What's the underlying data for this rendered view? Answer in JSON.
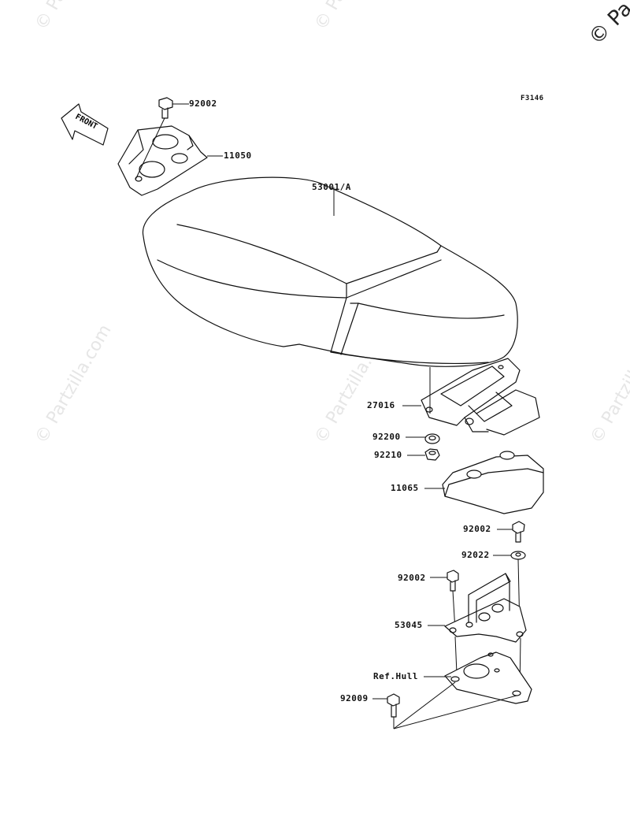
{
  "diagram_code": "F3146",
  "front_label": "FRONT",
  "watermark_text": "© Partzilla.com",
  "corner_text": "© Pa",
  "parts": [
    {
      "number": "92002"
    },
    {
      "number": "11050"
    },
    {
      "number": "53001/A"
    },
    {
      "number": "27016"
    },
    {
      "number": "92200"
    },
    {
      "number": "92210"
    },
    {
      "number": "11065"
    },
    {
      "number": "92002"
    },
    {
      "number": "92022"
    },
    {
      "number": "92002"
    },
    {
      "number": "53045"
    },
    {
      "number": "Ref.Hull"
    },
    {
      "number": "92009"
    }
  ]
}
